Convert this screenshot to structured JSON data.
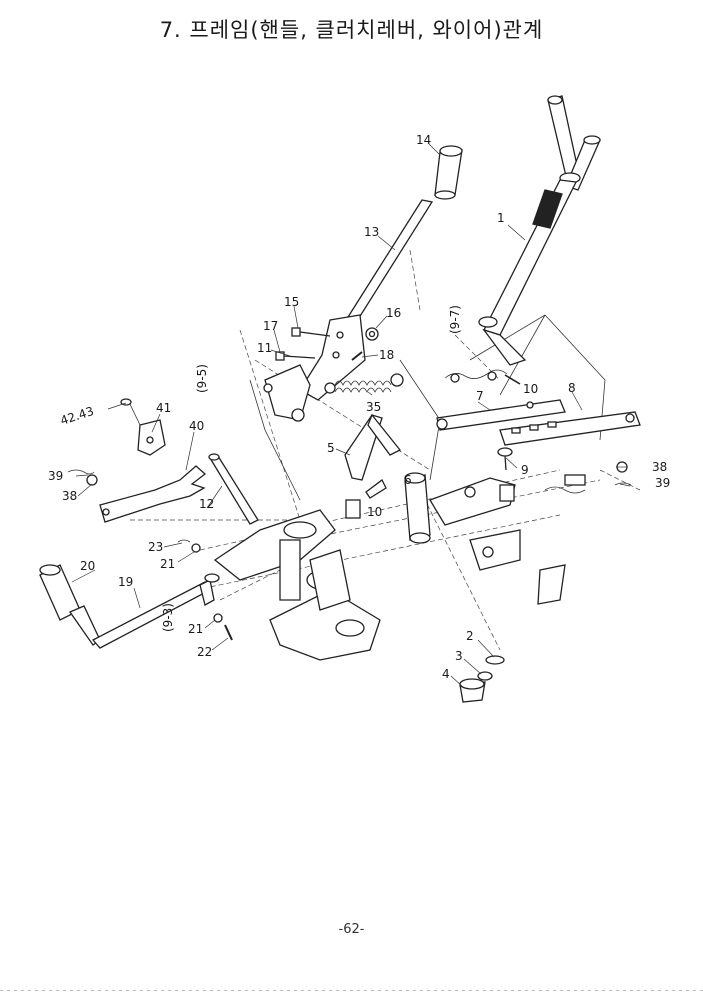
{
  "title": "7. 프레임(핸들, 클러치레버, 와이어)관계",
  "page_number": "-62-",
  "callouts": [
    {
      "id": "c1",
      "text": "1"
    },
    {
      "id": "c2",
      "text": "2"
    },
    {
      "id": "c3",
      "text": "3"
    },
    {
      "id": "c4",
      "text": "4"
    },
    {
      "id": "c5",
      "text": "5"
    },
    {
      "id": "c6",
      "text": "6"
    },
    {
      "id": "c7",
      "text": "7"
    },
    {
      "id": "c8",
      "text": "8"
    },
    {
      "id": "c9",
      "text": "9"
    },
    {
      "id": "c10a",
      "text": "10"
    },
    {
      "id": "c10b",
      "text": "10"
    },
    {
      "id": "c11",
      "text": "11"
    },
    {
      "id": "c12",
      "text": "12"
    },
    {
      "id": "c13",
      "text": "13"
    },
    {
      "id": "c14",
      "text": "14"
    },
    {
      "id": "c15",
      "text": "15"
    },
    {
      "id": "c16",
      "text": "16"
    },
    {
      "id": "c17",
      "text": "17"
    },
    {
      "id": "c18",
      "text": "18"
    },
    {
      "id": "c19",
      "text": "19"
    },
    {
      "id": "c20",
      "text": "20"
    },
    {
      "id": "c21a",
      "text": "21"
    },
    {
      "id": "c21b",
      "text": "21"
    },
    {
      "id": "c22",
      "text": "22"
    },
    {
      "id": "c23",
      "text": "23"
    },
    {
      "id": "c35",
      "text": "35"
    },
    {
      "id": "c38a",
      "text": "38"
    },
    {
      "id": "c38b",
      "text": "38"
    },
    {
      "id": "c39a",
      "text": "39"
    },
    {
      "id": "c39b",
      "text": "39"
    },
    {
      "id": "c40",
      "text": "40"
    },
    {
      "id": "c41",
      "text": "41"
    },
    {
      "id": "c4243",
      "text": "42.43"
    },
    {
      "id": "ref95",
      "text": "(9-5)"
    },
    {
      "id": "ref97",
      "text": "(9-7)"
    },
    {
      "id": "ref93",
      "text": "(9-3)"
    }
  ]
}
